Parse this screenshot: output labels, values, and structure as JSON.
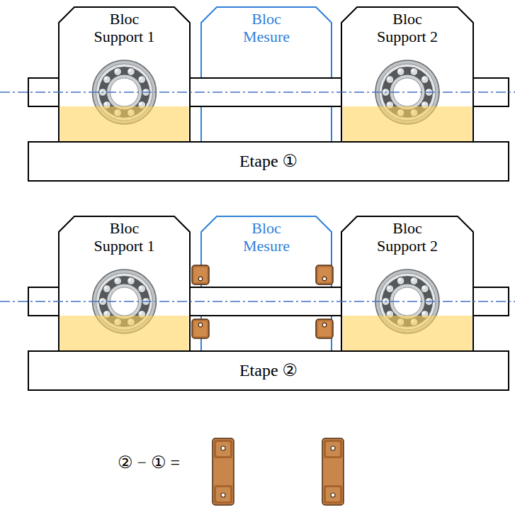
{
  "diagram": {
    "nodes": [
      {
        "text": [
          "Bloc Support 1"
        ]
      },
      {
        "text": [
          "Bloc Mesure"
        ]
      },
      {
        "text": [
          "Bloc Support 2"
        ]
      },
      {
        "text": [
          "Etape ①"
        ]
      },
      {
        "text": [
          "Bloc Support 1"
        ]
      },
      {
        "text": [
          "Bloc Mesure"
        ]
      },
      {
        "text": [
          "Bloc Support 2"
        ]
      },
      {
        "text": [
          "Etape ②"
        ]
      }
    ],
    "labels": [
      "② − ① ="
    ]
  }
}
